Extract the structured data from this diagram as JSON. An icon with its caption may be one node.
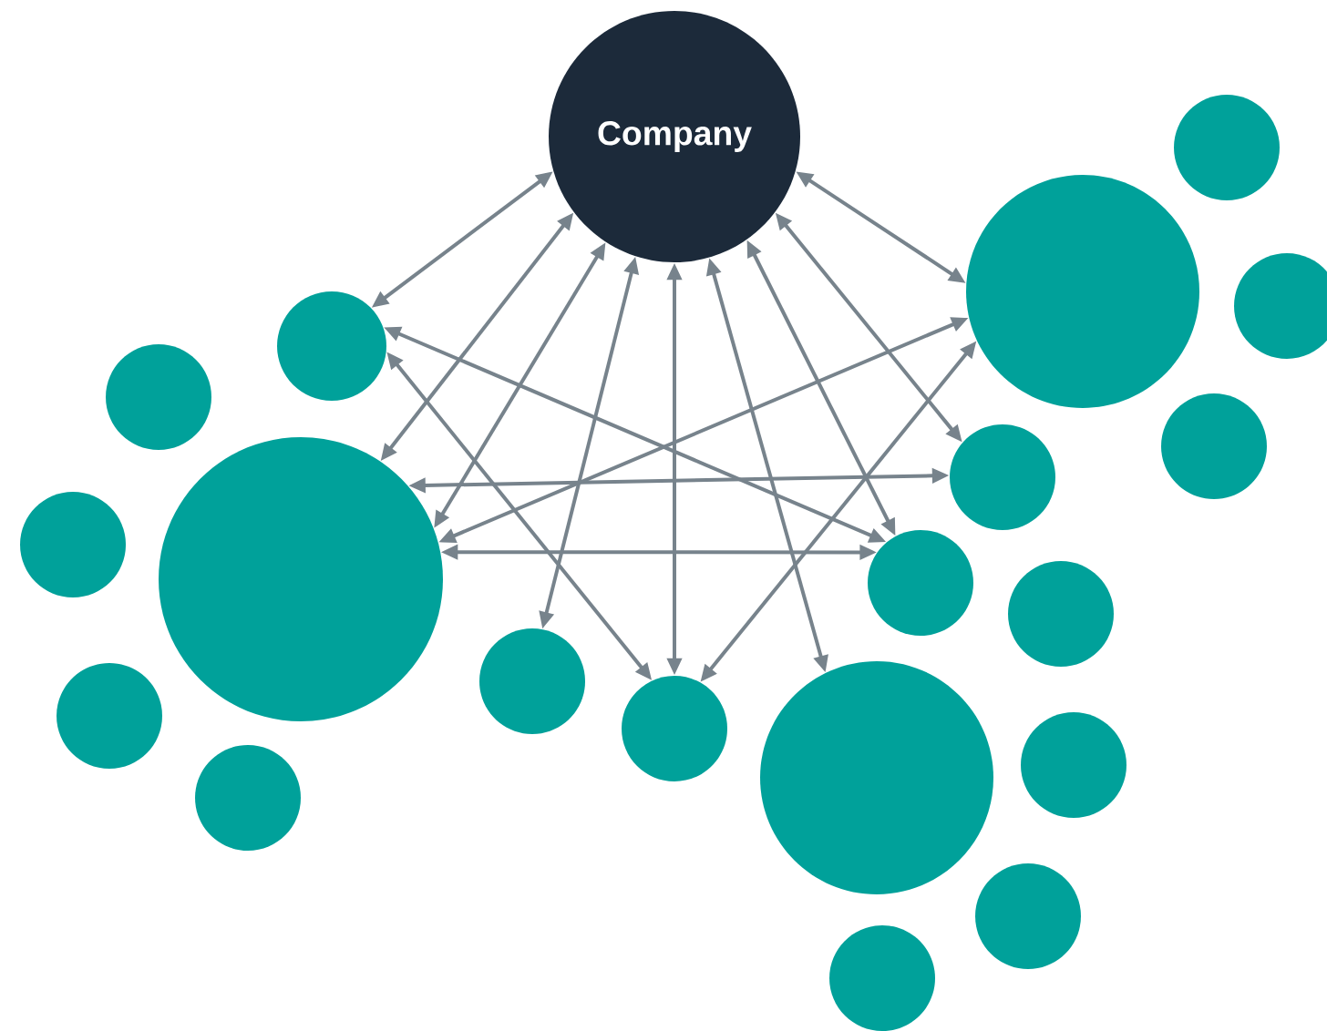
{
  "diagram": {
    "nodes": [
      {
        "text": [
          "Company"
        ]
      },
      {
        "text": [],
        "shape": "circle"
      },
      {
        "text": [],
        "shape": "circle"
      },
      {
        "text": [],
        "shape": "circle"
      },
      {
        "text": [],
        "shape": "circle"
      },
      {
        "text": [],
        "shape": "circle"
      },
      {
        "text": [],
        "shape": "circle"
      },
      {
        "text": [],
        "shape": "circle"
      },
      {
        "text": [],
        "shape": "circle"
      },
      {
        "text": [],
        "shape": "circle"
      },
      {
        "text": [],
        "shape": "circle"
      },
      {
        "text": [],
        "shape": "circle"
      },
      {
        "text": [],
        "shape": "circle"
      },
      {
        "text": [],
        "shape": "circle"
      },
      {
        "text": [],
        "shape": "circle"
      },
      {
        "text": [],
        "shape": "circle"
      },
      {
        "text": [],
        "shape": "circle"
      },
      {
        "text": [],
        "shape": "circle"
      },
      {
        "text": [],
        "shape": "circle"
      },
      {
        "text": [],
        "shape": "circle"
      }
    ],
    "edges": [
      {
        "from": 4,
        "to": 0,
        "arrow": "both"
      },
      {
        "from": 9,
        "to": 0,
        "arrow": "both"
      },
      {
        "from": 9,
        "to": 0,
        "arrow": "both"
      },
      {
        "from": 12,
        "to": 0,
        "arrow": "both"
      },
      {
        "from": 14,
        "to": 0,
        "arrow": "both"
      },
      {
        "from": 16,
        "to": 0,
        "arrow": "both"
      },
      {
        "from": 10,
        "to": 0,
        "arrow": "both"
      },
      {
        "from": 7,
        "to": 0,
        "arrow": "both"
      },
      {
        "from": 2,
        "to": 0,
        "arrow": "both"
      },
      {
        "from": 4,
        "to": 10,
        "arrow": "both"
      },
      {
        "from": 4,
        "to": 14,
        "arrow": "both"
      },
      {
        "from": 9,
        "to": 7,
        "arrow": "both"
      },
      {
        "from": 9,
        "to": 2,
        "arrow": "both"
      },
      {
        "from": 9,
        "to": 10,
        "arrow": "both"
      },
      {
        "from": 14,
        "to": 2,
        "arrow": "both"
      }
    ]
  }
}
